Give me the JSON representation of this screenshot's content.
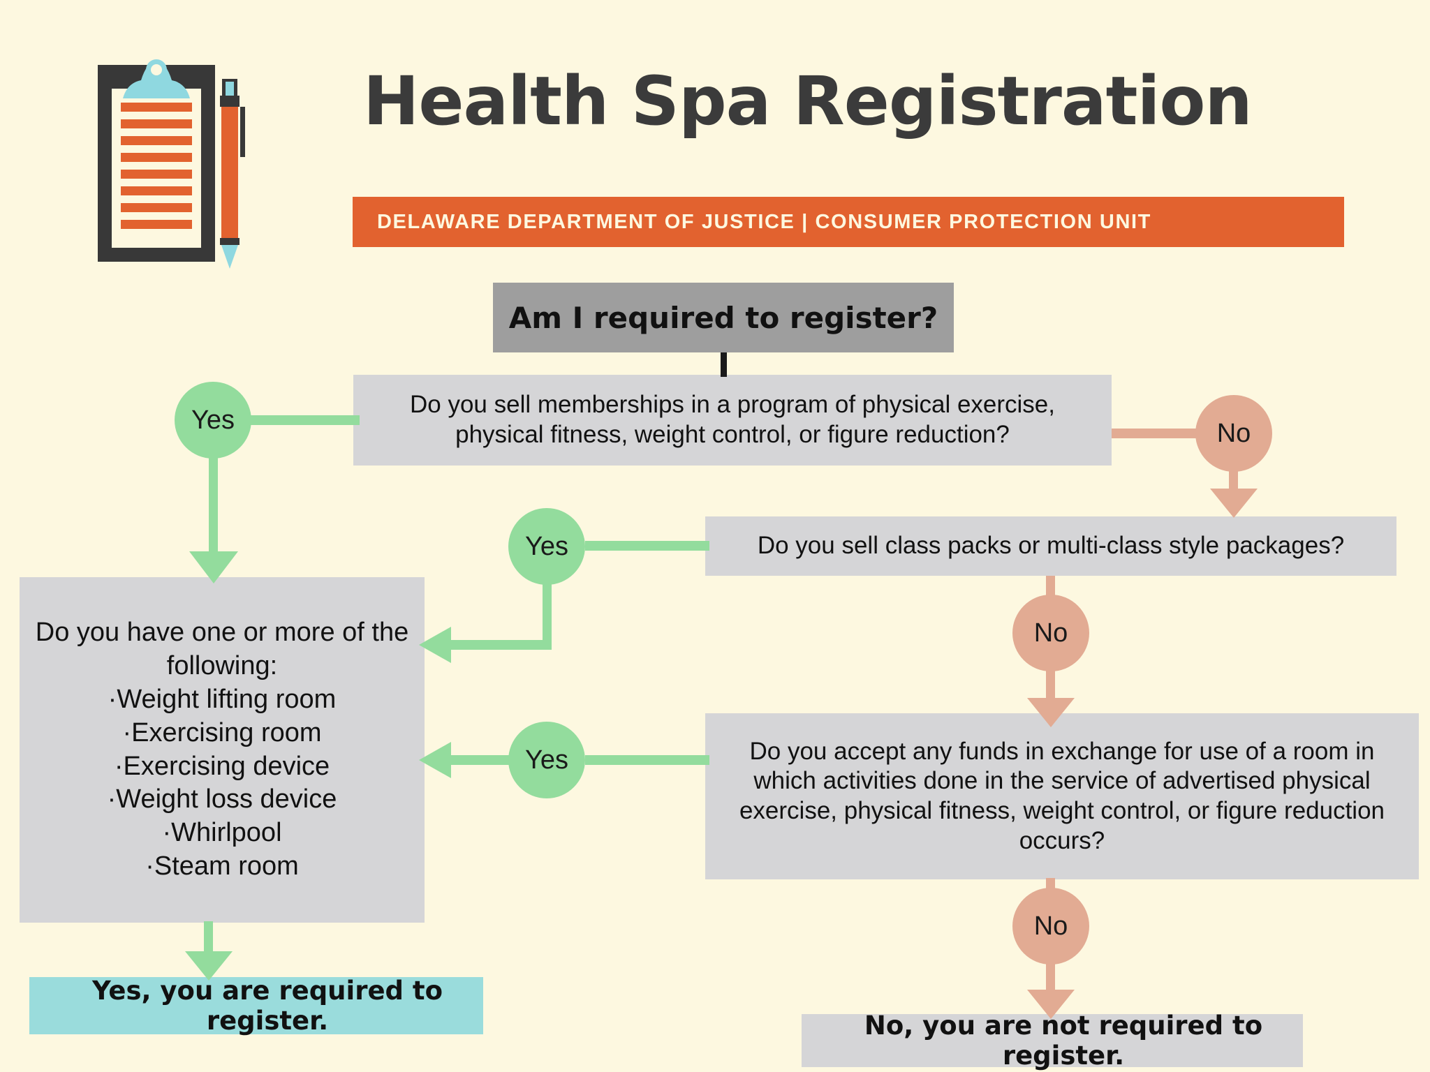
{
  "palette": {
    "background": "#fdf8e0",
    "orange": "#e2622f",
    "dark": "#3b3b3b",
    "green": "#93dc9d",
    "salmon": "#e2ab93",
    "gray_box": "#d5d5d7",
    "gray_header": "#9e9e9e",
    "cyan": "#9adcdc",
    "clipboard_clip": "#8fd8e0"
  },
  "header": {
    "title": "Health Spa Registration",
    "subtitle": "DELAWARE DEPARTMENT OF JUSTICE | CONSUMER PROTECTION UNIT",
    "icon": "clipboard-and-pen-icon"
  },
  "flow": {
    "header_box": "Am I required to register?",
    "q1": "Do you sell memberships in a program of physical exercise, physical fitness, weight control, or figure reduction?",
    "q1_line1": "Do you sell memberships in a program of physical exercise,",
    "q1_line2": "physical fitness, weight control, or figure reduction?",
    "q2": "Do you sell class packs or multi-class style packages?",
    "q3_line1": "Do you accept any funds in exchange for use of a room in",
    "q3_line2": "which activities done in the service of advertised physical",
    "q3_line3": "exercise, physical fitness, weight control, or figure reduction",
    "q3_line4": "occurs?",
    "checklist": {
      "prompt_line1": "Do you have one or more of the",
      "prompt_line2": "following:",
      "items": [
        "·Weight lifting room",
        "·Exercising room",
        "·Exercising device",
        "·Weight loss device",
        "·Whirlpool",
        "·Steam room"
      ]
    },
    "labels": {
      "yes": "Yes",
      "no": "No"
    },
    "result_yes": "Yes, you are required to register.",
    "result_no": "No, you are not required to register."
  }
}
